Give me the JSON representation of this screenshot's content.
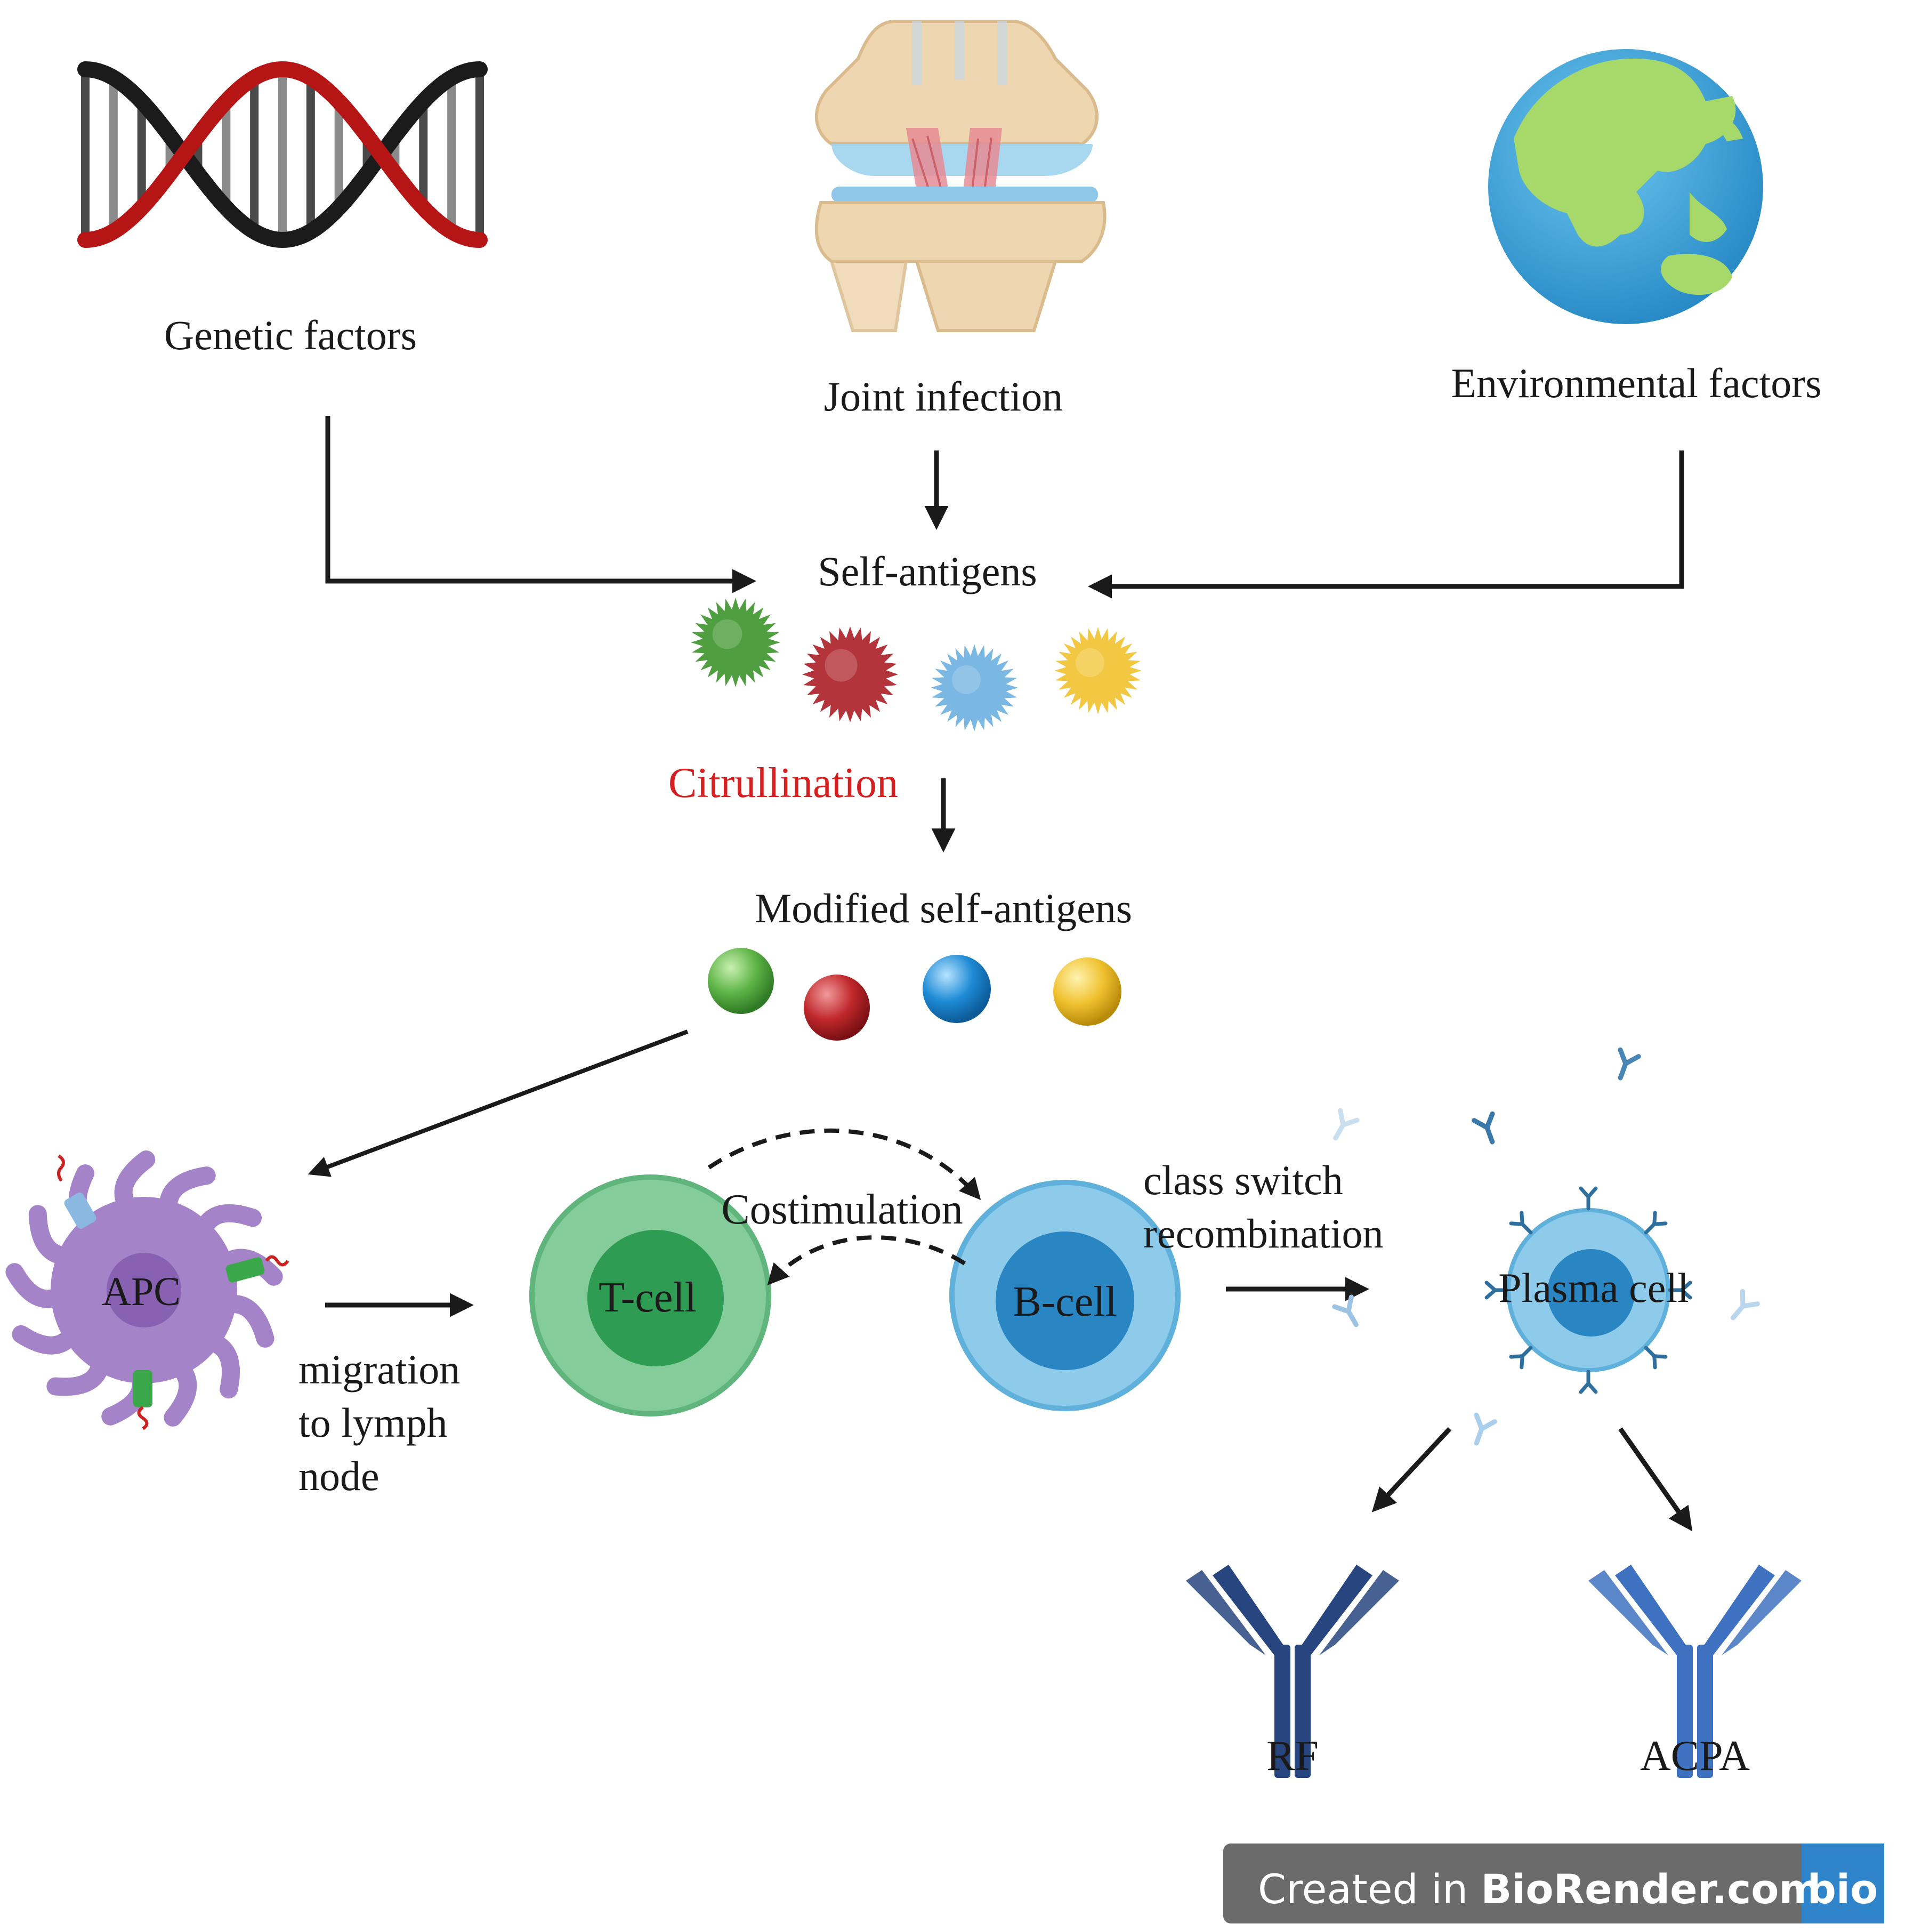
{
  "labels": {
    "genetic": "Genetic factors",
    "joint": "Joint infection",
    "environmental": "Environmental factors",
    "self_antigens": "Self-antigens",
    "citrullination": "Citrullination",
    "modified": "Modified self-antigens",
    "apc": "APC",
    "tcell": "T-cell",
    "bcell": "B-cell",
    "costimulation": "Costimulation",
    "class_switch_1": "class switch",
    "class_switch_2": "recombination",
    "plasma": "Plasma cell",
    "migration_1": "migration",
    "migration_2": "to lymph",
    "migration_3": "node",
    "rf": "RF",
    "acpa": "ACPA"
  },
  "footer": {
    "created_in": "Created in ",
    "brand": "BioRender.com",
    "logo": "bio"
  },
  "colors": {
    "dna_black": "#1b1b1b",
    "dna_red": "#b51515",
    "citrullination": "#d42020",
    "antigen_green": "#4f9e3f",
    "antigen_red": "#b3343a",
    "antigen_blue": "#7ab7e3",
    "antigen_yellow": "#f2c843",
    "apc": "#a483c8",
    "tcell": "#7cc795",
    "bcell": "#6cb5dd",
    "plasma": "#5fb0d8",
    "rf": "#27457f",
    "acpa": "#3e72c0",
    "badge_bg": "#6b6b6b",
    "badge_logo": "#2f83c8"
  },
  "icons": [
    "dna-icon",
    "knee-joint-icon",
    "globe-icon",
    "spiky-antigen-icon",
    "sphere-antigen-icon",
    "antibody-icon"
  ]
}
